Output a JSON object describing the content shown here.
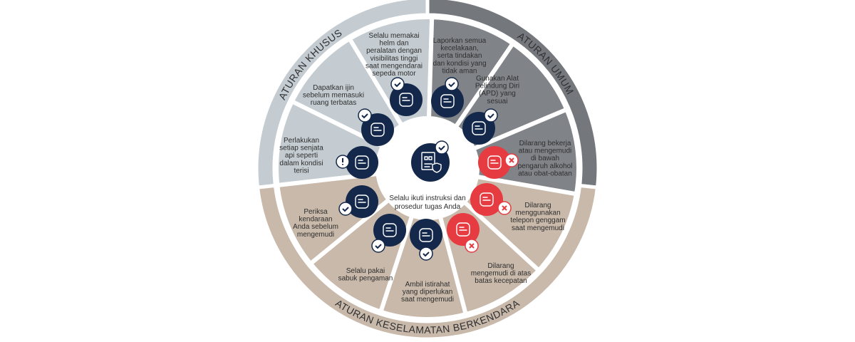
{
  "colors": {
    "khusus": "#c4ccd1",
    "umum_wedge": "#808489",
    "umum_ring": "#74787d",
    "keselamatan": "#c9b9aa",
    "navy": "#13284a",
    "red": "#e53b41"
  },
  "sections": {
    "khusus": "ATURAN KHUSUS",
    "umum": "ATURAN UMUM",
    "keselamatan": "ATURAN KESELAMATAN BERKENDARA"
  },
  "center": {
    "lines": [
      "Selalu ikuti instruksi dan",
      "prosedur tugas Anda"
    ],
    "icon": "document-shield-icon",
    "badge": "check"
  },
  "wedges": [
    {
      "group": "khusus",
      "icon": "pistol-icon",
      "badge": "warning",
      "lines": [
        "Perlakukan",
        "setiap senjata",
        "api seperti",
        "dalam kondisi",
        "terisi"
      ]
    },
    {
      "group": "khusus",
      "icon": "confined-space-icon",
      "badge": "check",
      "lines": [
        "Dapatkan ijin",
        "sebelum memasuki",
        "ruang terbatas"
      ]
    },
    {
      "group": "khusus",
      "icon": "helmet-icon",
      "badge": "check",
      "lines": [
        "Selalu memakai",
        "helm dan",
        "peralatan dengan",
        "visibilitas tinggi",
        "saat mengendarai",
        "sepeda motor"
      ]
    },
    {
      "group": "umum",
      "icon": "report-warning-icon",
      "badge": "check",
      "lines": [
        "Laporkan semua",
        "kecelakaan,",
        "serta tindakan",
        "dan kondisi yang",
        "tidak aman"
      ]
    },
    {
      "group": "umum",
      "icon": "ppe-person-icon",
      "badge": "check",
      "lines": [
        "Gunakan Alat",
        "Pelindung Diri",
        "(APD) yang",
        "sesuai"
      ]
    },
    {
      "group": "umum",
      "icon": "alcohol-icon",
      "badge": "cross",
      "lines": [
        "Dilarang bekerja",
        "atau mengemudi",
        "di bawah",
        "pengaruh alkohol",
        "atau obat-obatan"
      ]
    },
    {
      "group": "keselamatan",
      "icon": "phone-steering-icon",
      "badge": "cross",
      "lines": [
        "Dilarang",
        "menggunakan",
        "telepon genggam",
        "saat mengemudi"
      ]
    },
    {
      "group": "keselamatan",
      "icon": "speedometer-icon",
      "badge": "cross",
      "lines": [
        "Dilarang",
        "mengemudi di atas",
        "batas kecepatan"
      ]
    },
    {
      "group": "keselamatan",
      "icon": "coffee-cup-icon",
      "badge": "check",
      "lines": [
        "Ambil istirahat",
        "yang diperlukan",
        "saat mengemudi"
      ]
    },
    {
      "group": "keselamatan",
      "icon": "seatbelt-icon",
      "badge": "check",
      "lines": [
        "Selalu pakai",
        "sabuk pengaman"
      ]
    },
    {
      "group": "keselamatan",
      "icon": "vehicle-checklist-icon",
      "badge": "check",
      "lines": [
        "Periksa",
        "kendaraan",
        "Anda sebelum",
        "mengemudi"
      ]
    }
  ]
}
